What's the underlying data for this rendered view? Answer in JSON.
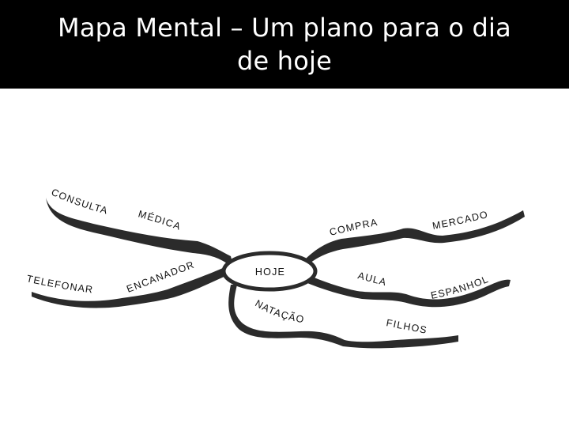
{
  "title": {
    "line1": "Mapa Mental – Um plano para o dia",
    "line2": "de hoje"
  },
  "mindmap": {
    "center": "HOJE",
    "branches": {
      "consulta": "CONSULTA",
      "medica": "MÉDICA",
      "compra": "COMPRA",
      "mercado": "MERCADO",
      "encanador": "ENCANADOR",
      "telefonar": "TELEFONAR",
      "aula": "AULA",
      "espanhol": "ESPANHOL",
      "natacao": "NATAÇÃO",
      "filhos": "FILHOS"
    }
  },
  "colors": {
    "title_background": "#000000",
    "title_text": "#ffffff",
    "branch": "#2b2b2b"
  }
}
